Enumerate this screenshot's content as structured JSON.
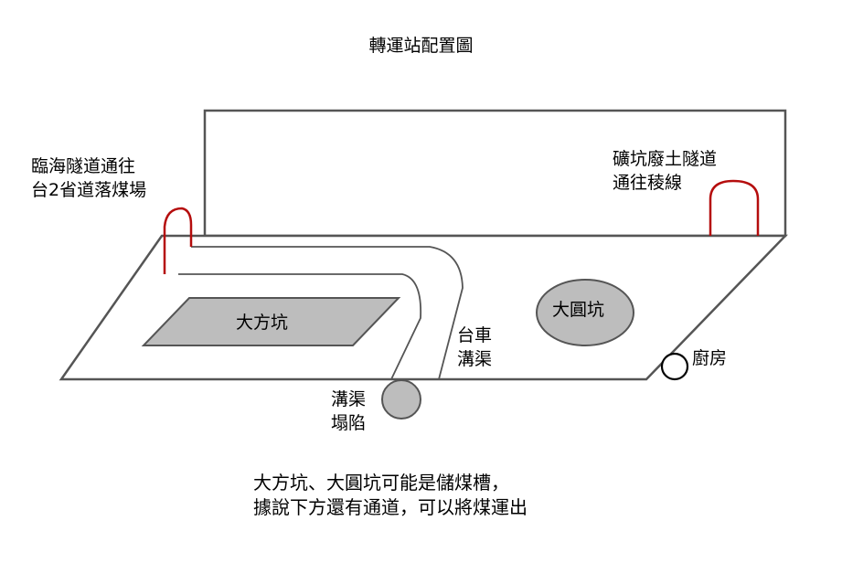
{
  "title": "轉運站配置圖",
  "labels": {
    "tunnel_left": [
      "臨海隧道通往",
      "台2省道落煤場"
    ],
    "tunnel_right": [
      "礦坑廢土隧道",
      "通往稜線"
    ],
    "square_pit": "大方坑",
    "round_pit": "大圓坑",
    "cart_channel": [
      "台車",
      "溝渠"
    ],
    "channel_collapse": [
      "溝渠",
      "塌陷"
    ],
    "kitchen": "廚房"
  },
  "note": [
    "大方坑、大圓坑可能是儲煤槽，",
    "據說下方還有通道，可以將煤運出"
  ],
  "colors": {
    "outline": "#555555",
    "pit_fill": "#bdbdbd",
    "tunnel_arch": "#b50d0d"
  }
}
